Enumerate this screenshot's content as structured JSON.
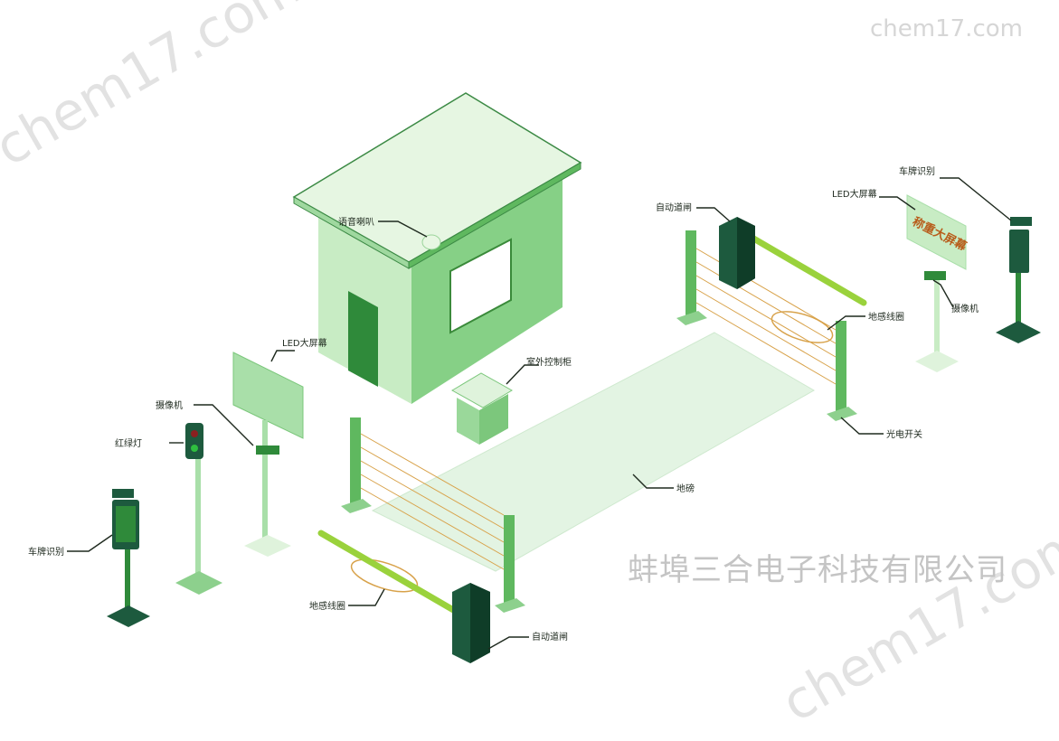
{
  "watermarks": {
    "top_right": "chem17.com",
    "diagonal_left": "chem17.com",
    "diagonal_right": "chem17.com"
  },
  "company_name": "蚌埠三合电子科技有限公司",
  "led_screen_text": "称重大屏幕",
  "labels": {
    "voice_speaker": "语音喇叭",
    "led_screen_left": "LED大屏幕",
    "camera_left": "摄像机",
    "traffic_light": "红绿灯",
    "plate_recognition_left": "车牌识别",
    "outdoor_cabinet": "室外控制柜",
    "barrier_gate_top": "自动道闸",
    "loop_coil_top": "地感线圈",
    "photoelectric_switch": "光电开关",
    "weighbridge": "地磅",
    "loop_coil_bottom": "地感线圈",
    "barrier_gate_bottom": "自动道闸",
    "led_screen_right": "LED大屏幕",
    "plate_recognition_right": "车牌识别",
    "camera_right": "摄像机"
  },
  "colors": {
    "green_light": "#a9dfa9",
    "green_mid": "#6cc36c",
    "green_dark": "#2f8a3a",
    "gate_cabinet": "#1d5a3e",
    "arm": "#9ad23c",
    "beam": "#d8a24a",
    "platform": "#e3f4e3"
  }
}
